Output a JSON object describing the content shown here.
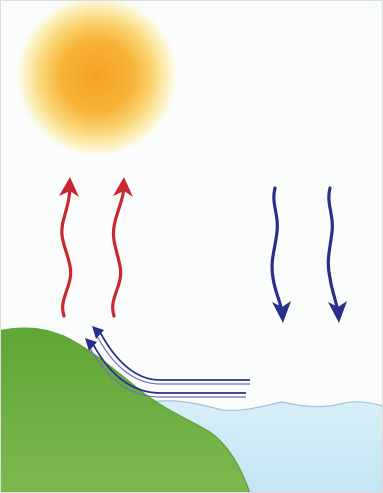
{
  "diagram": {
    "colors": {
      "background": "#fbfdfd",
      "sun_core": "#f5a623",
      "sun_glow": "#fbe99a",
      "rising_arrows": "#c8282e",
      "falling_arrows": "#2b2f8c",
      "horizontal_arrows": "#2b2f8c",
      "land": "#6aaa3c",
      "land_shadow": "#4f8f2a",
      "water": "#cfeaf6",
      "water_edge": "#9fc4d8",
      "border": "#d9dcde"
    },
    "elements": [
      {
        "name": "sun-icon",
        "kind": "sun"
      },
      {
        "name": "rising-arrow-left",
        "kind": "wavy-arrow-up"
      },
      {
        "name": "rising-arrow-right",
        "kind": "wavy-arrow-up"
      },
      {
        "name": "falling-arrow-left",
        "kind": "wavy-arrow-down"
      },
      {
        "name": "falling-arrow-right",
        "kind": "wavy-arrow-down"
      },
      {
        "name": "inflow-arrow-upper",
        "kind": "arrow-left"
      },
      {
        "name": "inflow-arrow-lower",
        "kind": "arrow-left"
      },
      {
        "name": "hill-land",
        "kind": "land"
      },
      {
        "name": "sea-water",
        "kind": "water"
      }
    ]
  }
}
